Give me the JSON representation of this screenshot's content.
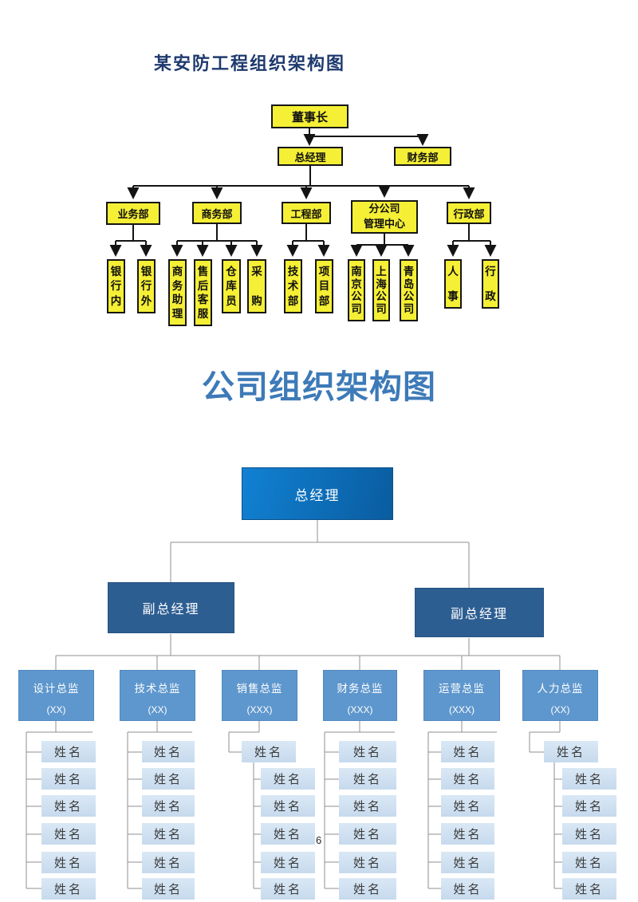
{
  "page": {
    "number": "6",
    "background": "#ffffff"
  },
  "chart1": {
    "title": "某安防工程组织架构图",
    "chairman": "董事长",
    "general_manager": "总经理",
    "finance_dept": "财务部",
    "departments": [
      {
        "label": "业务部",
        "children": [
          "银行内",
          "银行外"
        ]
      },
      {
        "label": "商务部",
        "children": [
          "商务助理",
          "售后客服",
          "仓库员",
          "采购"
        ]
      },
      {
        "label": "工程部",
        "children": [
          "技术部",
          "项目部"
        ]
      },
      {
        "label": "分公司\n管理中心",
        "children": [
          "南京公司",
          "上海公司",
          "青岛公司"
        ]
      },
      {
        "label": "行政部",
        "children": [
          "人事",
          "行政"
        ]
      }
    ],
    "colors": {
      "node_fill": "#f5ef35",
      "node_border": "#161616",
      "title": "#1e3a6e",
      "connector": "#141414"
    }
  },
  "chart2": {
    "title": "公司组织架构图",
    "general_manager": "总经理",
    "deputy_managers": [
      "副总经理",
      "副总经理"
    ],
    "directors": [
      {
        "title": "设计总监",
        "headcount": "(XX)"
      },
      {
        "title": "技术总监",
        "headcount": "(XX)"
      },
      {
        "title": "销售总监",
        "headcount": "(XXX)"
      },
      {
        "title": "财务总监",
        "headcount": "(XXX)"
      },
      {
        "title": "运营总监",
        "headcount": "(XXX)"
      },
      {
        "title": "人力总监",
        "headcount": "(XX)"
      }
    ],
    "name_placeholder": "姓名",
    "colors": {
      "title": "#3d7ab8",
      "gm_gradient_start": "#1181d3",
      "gm_gradient_end": "#0a5c9f",
      "deputy": "#2d5e92",
      "director": "#5e97cd",
      "name_box": "#cbdeef",
      "connector": "#8f8f8f"
    }
  }
}
